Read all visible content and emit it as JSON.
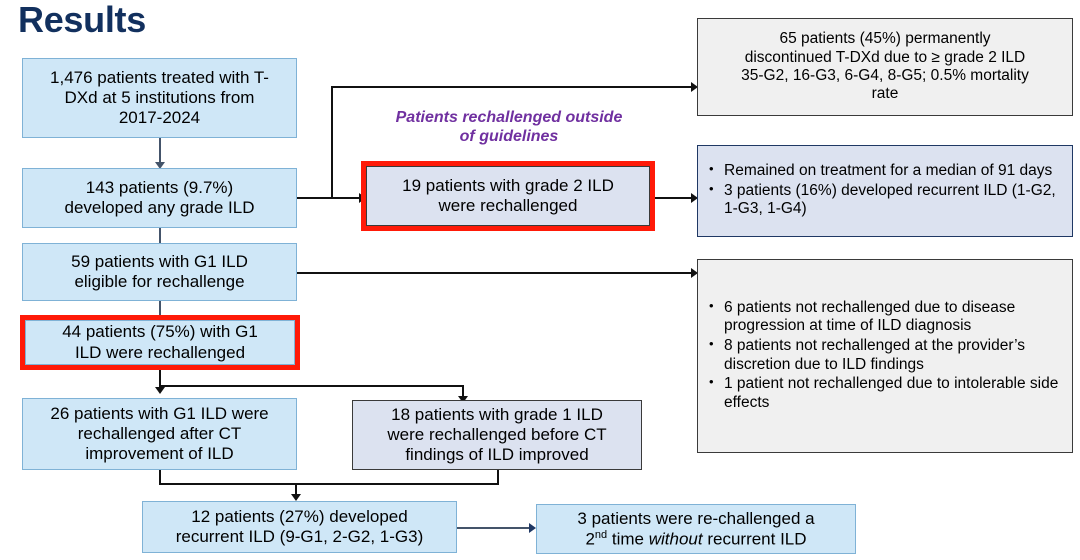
{
  "title": "Results",
  "colors": {
    "title": "#12305e",
    "blue_fill": "#cfe7f7",
    "blue_stroke": "#7fb2d6",
    "lavender_fill": "#dce2f0",
    "gray_fill": "#f0f0f0",
    "dark_stroke": "#3a3a3a",
    "highlight_red": "#ff1a08",
    "annotation_purple": "#7030a0",
    "connector": "#111111"
  },
  "annotation": {
    "guidelines_note_line1": "Patients rechallenged outside",
    "guidelines_note_line2": "of guidelines"
  },
  "nodes": {
    "cohort": {
      "line1": "1,476 patients treated with T-",
      "line2": "DXd at 5 institutions from",
      "line3": "2017-2024"
    },
    "any_grade_ild": {
      "line1": "143 patients (9.7%)",
      "line2": "developed any grade ILD"
    },
    "g1_eligible": {
      "line1": "59 patients with G1 ILD",
      "line2": "eligible for rechallenge"
    },
    "g1_rechallenged": {
      "line1": "44 patients (75%) with G1",
      "line2": "ILD were rechallenged"
    },
    "g1_after_ct": {
      "line1": "26 patients with G1 ILD were",
      "line2": "rechallenged after CT",
      "line3": "improvement of ILD"
    },
    "g1_before_ct": {
      "line1": "18 patients with grade 1 ILD",
      "line2": "were rechallenged before CT",
      "line3": "findings of ILD improved"
    },
    "recurrent_ild": {
      "line1": "12 patients (27%) developed",
      "line2": "recurrent ILD (9-G1, 2-G2, 1-G3)"
    },
    "second_rechallenge": {
      "line1": "3 patients were re-challenged a",
      "line2_pre": "2",
      "line2_sup": "nd",
      "line2_mid": " time ",
      "line2_italic": "without",
      "line2_post": " recurrent ILD"
    },
    "grade2_rechallenged": {
      "line1": "19 patients with grade 2 ILD",
      "line2": "were rechallenged"
    },
    "discontinued": {
      "line1": "65 patients (45%) permanently",
      "line2": "discontinued T-DXd due to ≥ grade 2 ILD",
      "line3": "35-G2, 16-G3, 6-G4, 8-G5; 0.5% mortality",
      "line4": "rate"
    },
    "grade2_outcomes": {
      "bullets": [
        "Remained on treatment for a median of 91 days",
        "3 patients (16%) developed recurrent ILD (1-G2, 1-G3, 1-G4)"
      ]
    },
    "not_rechallenged": {
      "bullets": [
        "6 patients not rechallenged due to disease progression at time of ILD diagnosis",
        "8 patients not rechallenged at the provider’s discretion due to ILD findings",
        "1 patient not rechallenged due to intolerable side effects"
      ]
    }
  }
}
